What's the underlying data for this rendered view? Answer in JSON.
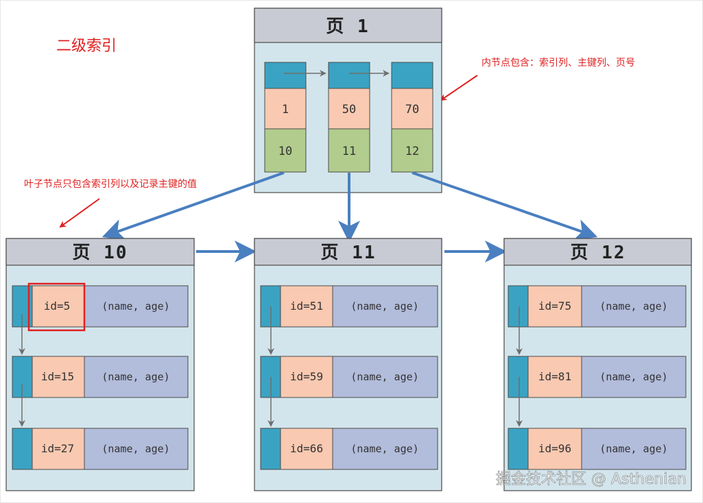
{
  "title": "二级索引",
  "annotations": {
    "internal_node": "内节点包含：索引列、主键列、页号",
    "leaf_node": "叶子节点只包含索引列以及记录主键的值"
  },
  "root_page": {
    "label": "页 1",
    "entries": [
      {
        "index": "1",
        "page": "10"
      },
      {
        "index": "50",
        "page": "11"
      },
      {
        "index": "70",
        "page": "12"
      }
    ]
  },
  "leaf_pages": [
    {
      "label": "页 10",
      "records": [
        {
          "id": "id=5",
          "rest": "(name, age)"
        },
        {
          "id": "id=15",
          "rest": "(name, age)"
        },
        {
          "id": "id=27",
          "rest": "(name, age)"
        }
      ]
    },
    {
      "label": "页 11",
      "records": [
        {
          "id": "id=51",
          "rest": "(name, age)"
        },
        {
          "id": "id=59",
          "rest": "(name, age)"
        },
        {
          "id": "id=66",
          "rest": "(name, age)"
        }
      ]
    },
    {
      "label": "页 12",
      "records": [
        {
          "id": "id=75",
          "rest": "(name, age)"
        },
        {
          "id": "id=81",
          "rest": "(name, age)"
        },
        {
          "id": "id=96",
          "rest": "(name, age)"
        }
      ]
    }
  ],
  "watermark": "掘金技术社区 @ Asthenian",
  "colors": {
    "page_header": "#c8cbd4",
    "page_body": "#d3e5ec",
    "pointer_cell": "#3aa3c3",
    "key_cell": "#f9c9b1",
    "page_no_cell": "#b1cc8c",
    "rest_cell": "#b2bcdb",
    "flow_arrow": "#4a7fc0",
    "highlight": "#e02020"
  }
}
